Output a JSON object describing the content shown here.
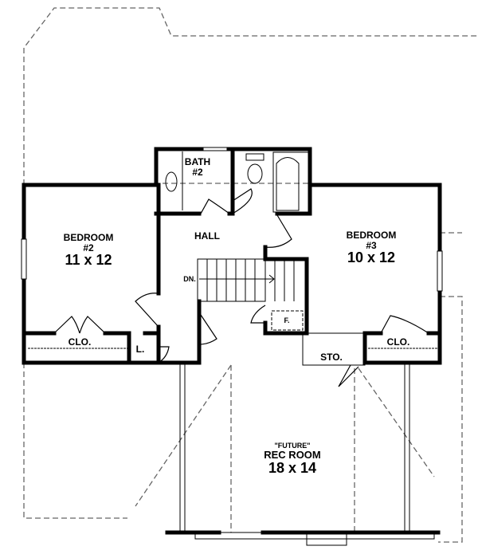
{
  "colors": {
    "wall": "#000000",
    "dashed": "#666666",
    "background": "#ffffff"
  },
  "rooms": {
    "bath2": {
      "name": "BATH",
      "number": "#2"
    },
    "hall": {
      "name": "HALL"
    },
    "bedroom2": {
      "name": "BEDROOM",
      "number": "#2",
      "size": "11 x 12"
    },
    "bedroom3": {
      "name": "BEDROOM",
      "number": "#3",
      "size": "10 x 12"
    },
    "stairs": {
      "label": "DN."
    },
    "furnace": {
      "label": "F."
    },
    "closet_left": {
      "label": "CLO."
    },
    "closet_right": {
      "label": "CLO."
    },
    "linen": {
      "label": "L."
    },
    "storage": {
      "label": "STO."
    },
    "rec_room": {
      "note": "\"FUTURE\"",
      "name": "REC ROOM",
      "size": "18 x 14"
    }
  }
}
